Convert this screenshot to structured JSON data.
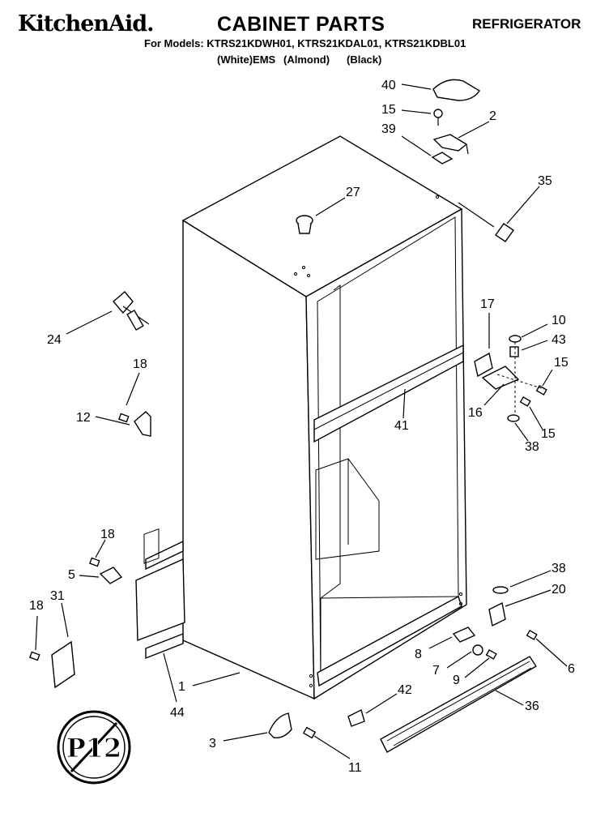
{
  "header": {
    "brand": "KitchenAid.",
    "title": "CABINET PARTS",
    "category": "REFRIGERATOR",
    "models": "For Models: KTRS21KDWH01, KTRS21KDAL01, KTRS21KDBL01",
    "colors": [
      "(White)EMS",
      "(Almond)",
      "(Black)"
    ]
  },
  "callouts": [
    "40",
    "15",
    "2",
    "39",
    "35",
    "27",
    "24",
    "18",
    "12",
    "17",
    "10",
    "43",
    "15",
    "16",
    "15",
    "38",
    "41",
    "18",
    "5",
    "31",
    "18",
    "38",
    "20",
    "1",
    "44",
    "8",
    "6",
    "7",
    "9",
    "42",
    "36",
    "3",
    "11"
  ],
  "badge": "P12"
}
